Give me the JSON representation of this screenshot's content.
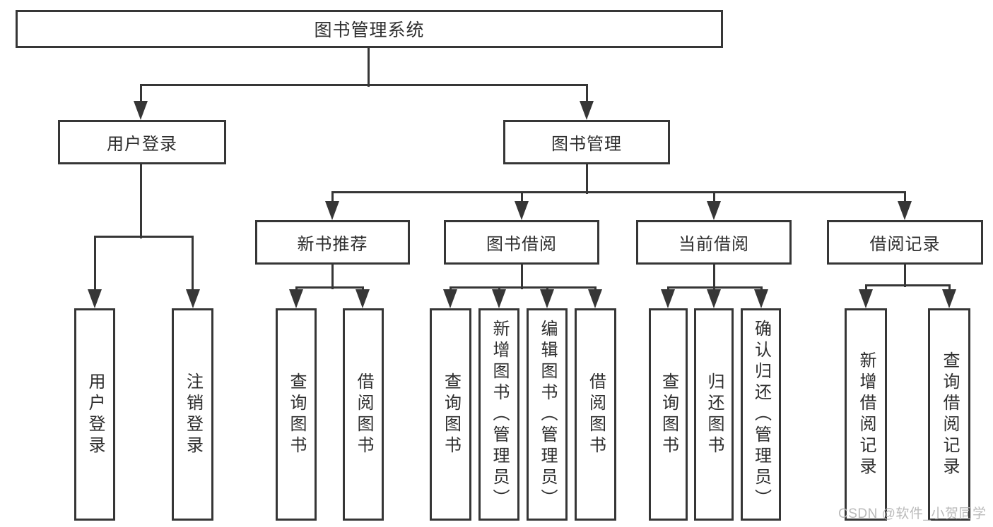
{
  "diagram_title": "图书管理系统",
  "tree": {
    "label": "图书管理系统",
    "children": [
      {
        "label": "用户登录",
        "children": [
          {
            "label": "用户登录"
          },
          {
            "label": "注销登录"
          }
        ]
      },
      {
        "label": "图书管理",
        "children": [
          {
            "label": "新书推荐",
            "children": [
              {
                "label": "查询图书"
              },
              {
                "label": "借阅图书"
              }
            ]
          },
          {
            "label": "图书借阅",
            "children": [
              {
                "label": "查询图书"
              },
              {
                "label": "新增图书（管理员）"
              },
              {
                "label": "编辑图书（管理员）"
              },
              {
                "label": "借阅图书"
              }
            ]
          },
          {
            "label": "当前借阅",
            "children": [
              {
                "label": "查询图书"
              },
              {
                "label": "归还图书"
              },
              {
                "label": "确认归还（管理员）"
              }
            ]
          },
          {
            "label": "借阅记录",
            "children": [
              {
                "label": "新增借阅记录"
              },
              {
                "label": "查询借阅记录"
              }
            ]
          }
        ]
      }
    ]
  },
  "watermark": {
    "text": "CSDN @软件_小贺同学"
  },
  "colors": {
    "line": "#363636",
    "text": "#2e2e2e",
    "watermark": "#b5b5b5",
    "background": "#ffffff"
  }
}
